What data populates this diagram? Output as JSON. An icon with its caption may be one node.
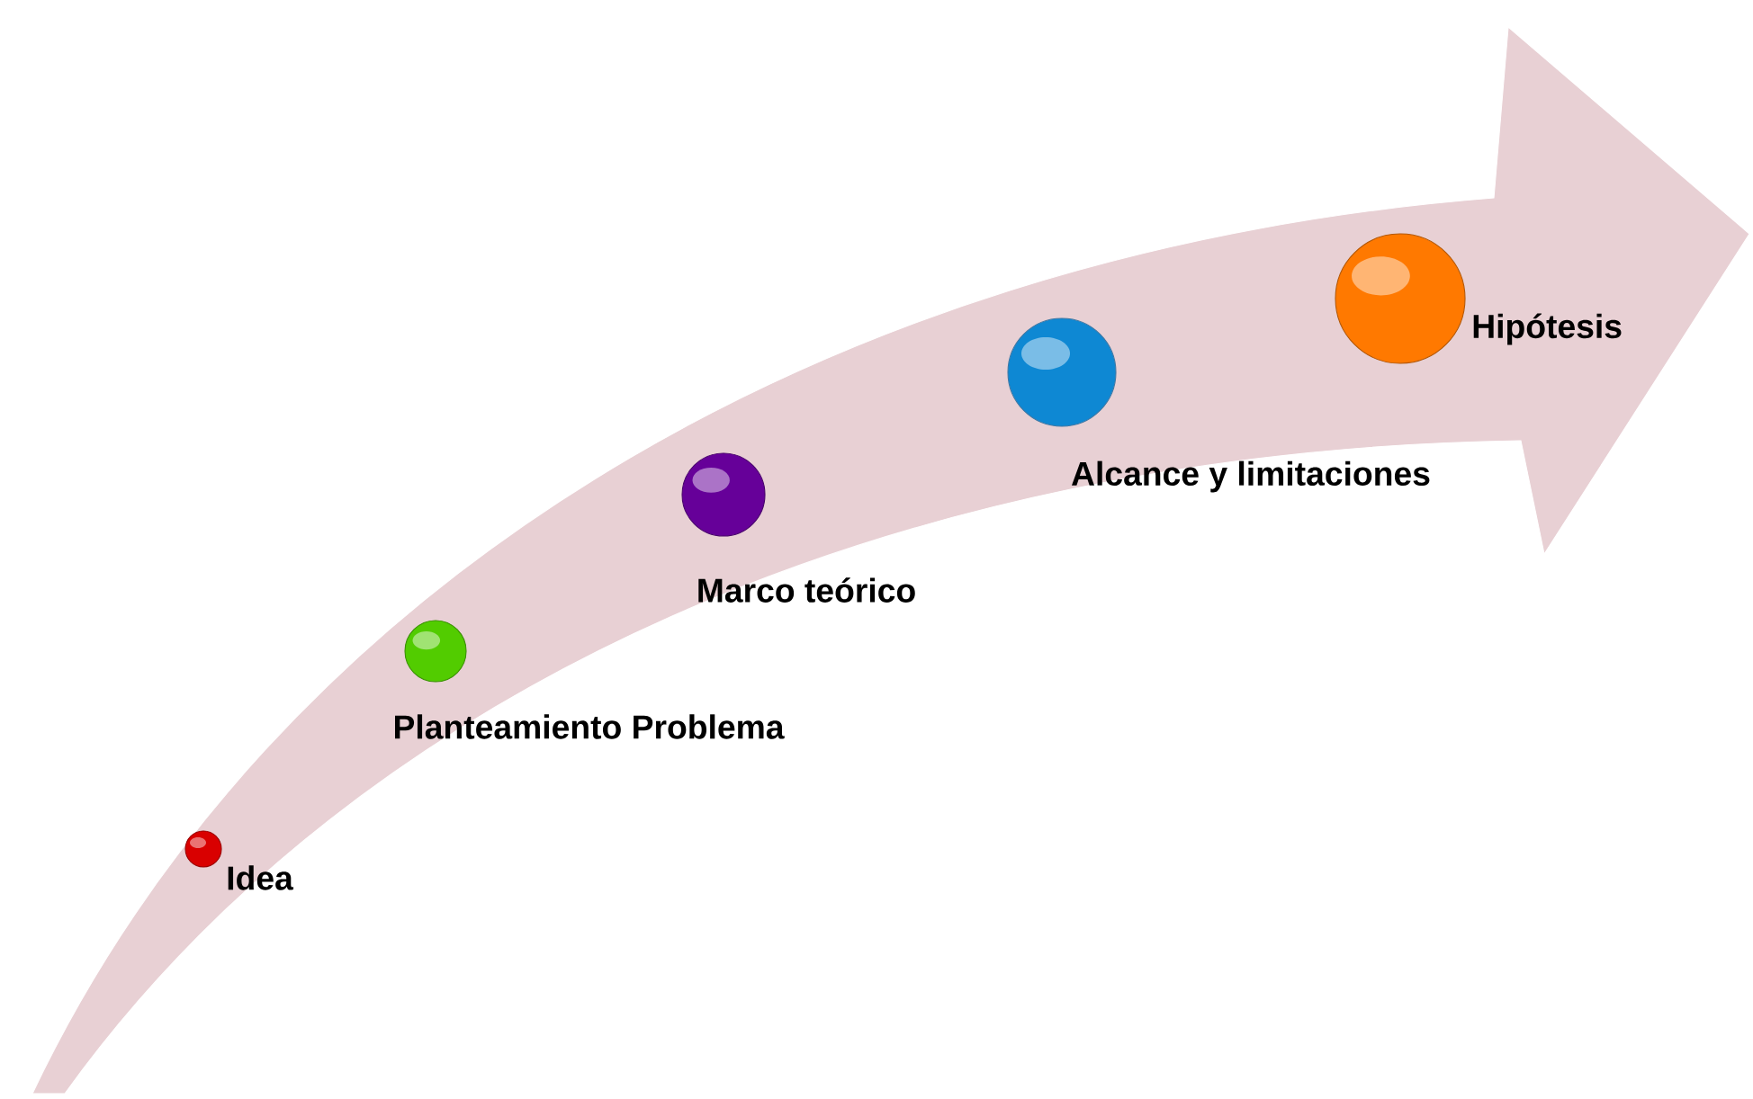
{
  "diagram": {
    "nodes": [
      {
        "text": [],
        "shape": "circle",
        "beside": [
          "Idea"
        ]
      },
      {
        "text": [],
        "shape": "circle",
        "beside": [
          "Planteamiento Problema"
        ]
      },
      {
        "text": [],
        "shape": "circle",
        "beside": [
          "Marco teórico"
        ]
      },
      {
        "text": [],
        "shape": "circle",
        "beside": [
          "Alcance y limitaciones"
        ]
      },
      {
        "text": [],
        "shape": "circle",
        "beside": [
          "Hipótesis"
        ]
      }
    ]
  }
}
